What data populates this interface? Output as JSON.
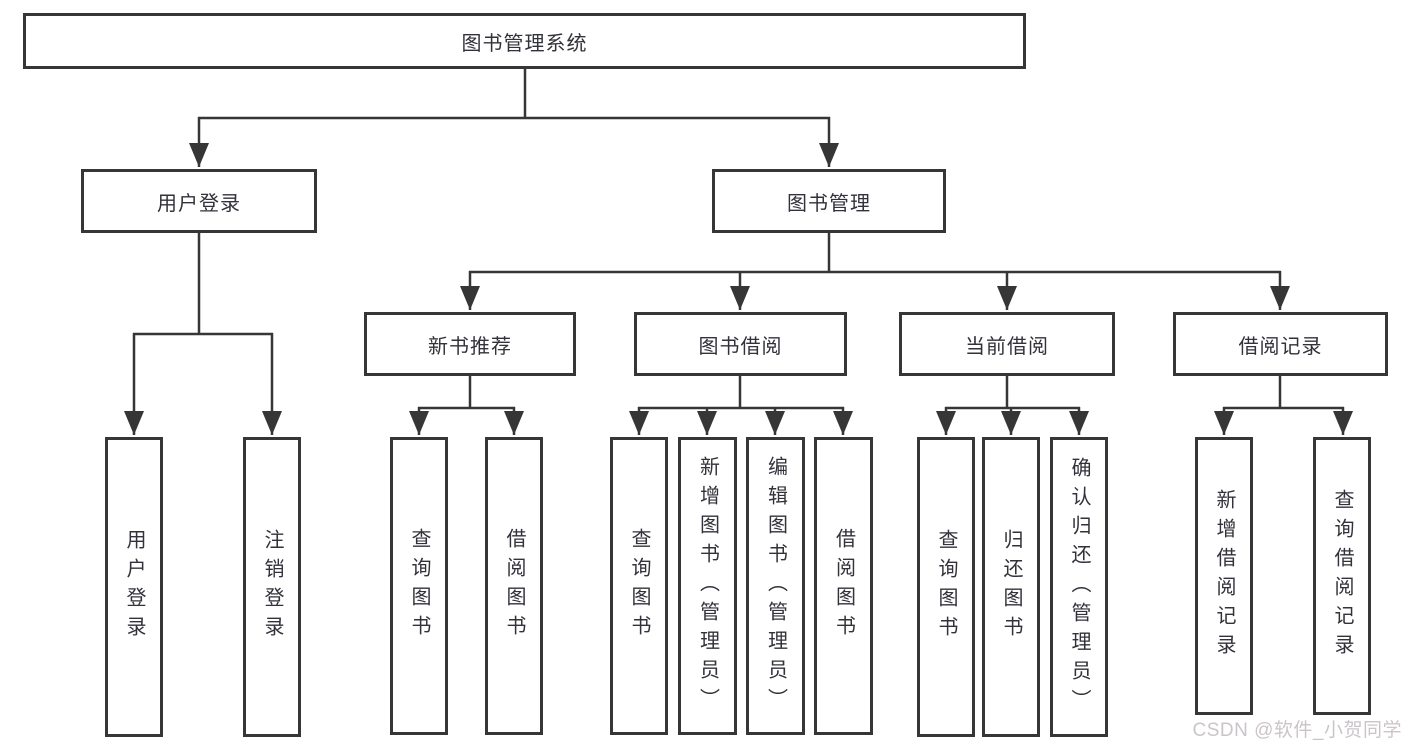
{
  "diagram": {
    "type": "tree",
    "root": {
      "label": "图书管理系统",
      "children": [
        {
          "label": "用户登录",
          "children": [
            {
              "label": "用户登录"
            },
            {
              "label": "注销登录"
            }
          ]
        },
        {
          "label": "图书管理",
          "children": [
            {
              "label": "新书推荐",
              "children": [
                {
                  "label": "查询图书"
                },
                {
                  "label": "借阅图书"
                }
              ]
            },
            {
              "label": "图书借阅",
              "children": [
                {
                  "label": "查询图书"
                },
                {
                  "label": "新增图书（管理员）"
                },
                {
                  "label": "编辑图书（管理员）"
                },
                {
                  "label": "借阅图书"
                }
              ]
            },
            {
              "label": "当前借阅",
              "children": [
                {
                  "label": "查询图书"
                },
                {
                  "label": "归还图书"
                },
                {
                  "label": "确认归还（管理员）"
                }
              ]
            },
            {
              "label": "借阅记录",
              "children": [
                {
                  "label": "新增借阅记录"
                },
                {
                  "label": "查询借阅记录"
                }
              ]
            }
          ]
        }
      ]
    }
  },
  "watermark": {
    "text": "CSDN @软件_小贺同学"
  },
  "colors": {
    "line": "#363636",
    "text": "#32323a",
    "background": "#ffffff",
    "watermark": "#cbc5c9"
  }
}
